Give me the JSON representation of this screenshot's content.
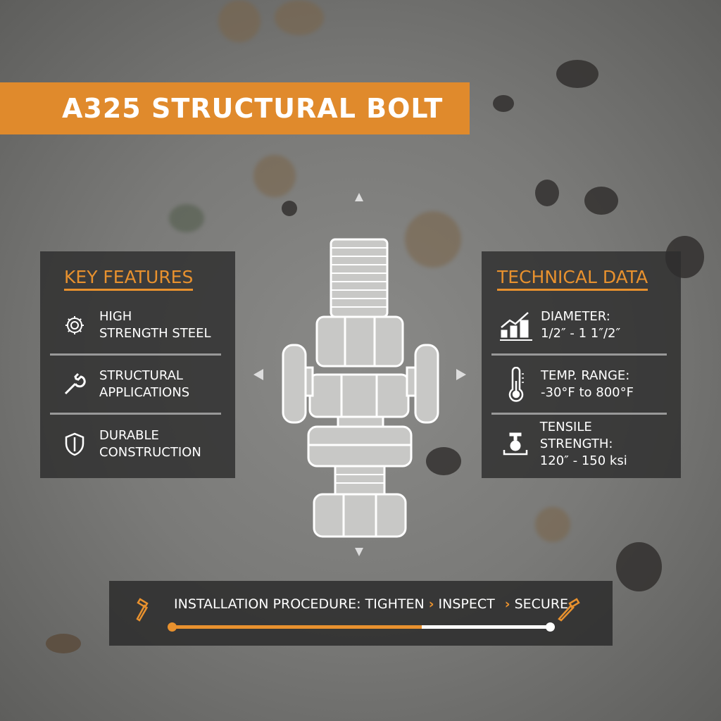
{
  "title": "A325 STRUCTURAL BOLT",
  "key_features": {
    "heading": "KEY FEATURES",
    "items": [
      {
        "icon": "gear-icon",
        "line1": "HIGH",
        "line2": "STRENGTH STEEL"
      },
      {
        "icon": "wrench-icon",
        "line1": "STRUCTURAL",
        "line2": "APPLICATIONS"
      },
      {
        "icon": "shield-icon",
        "line1": "DURABLE",
        "line2": "CONSTRUCTION"
      }
    ]
  },
  "technical_data": {
    "heading": "TECHNICAL DATA",
    "items": [
      {
        "icon": "bar-chart-icon",
        "line1": "DIAMETER:",
        "line2": "1/2″ - 1 1″/2″"
      },
      {
        "icon": "thermometer-icon",
        "line1": "TEMP. RANGE:",
        "line2": "-30°F to 800°F"
      },
      {
        "icon": "tensile-test-icon",
        "line1": "TENSILE STRENGTH:",
        "line2": "120″ - 150 ksi"
      }
    ]
  },
  "procedure": {
    "label": "INSTALLATION PROCEDURE:",
    "steps": [
      "TIGHTEN",
      "INSPECT",
      "SECURE"
    ],
    "progress": 0.66,
    "icon": "hammer-icon"
  },
  "colors": {
    "accent": "#e8912e",
    "panel": "#2d2d2d"
  }
}
